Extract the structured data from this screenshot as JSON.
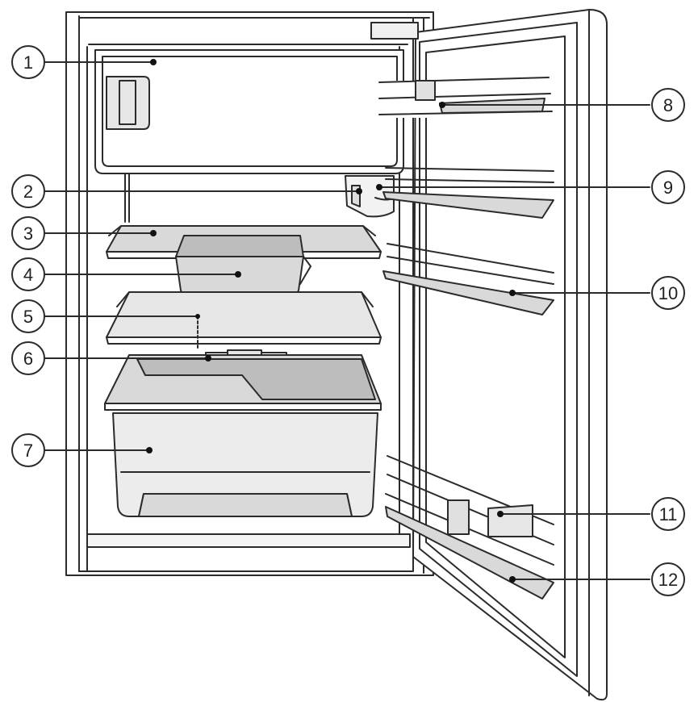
{
  "colors": {
    "line": "#2b2b2b",
    "glass": "#d9d9d9",
    "glass_dark": "#bdbdbd",
    "fill_light": "#ececec",
    "background": "#ffffff"
  },
  "callouts": [
    {
      "id": 1,
      "label": "1",
      "part": "freezer-compartment"
    },
    {
      "id": 2,
      "label": "2",
      "part": "temperature-control"
    },
    {
      "id": 3,
      "label": "3",
      "part": "glass-shelf-upper"
    },
    {
      "id": 4,
      "label": "4",
      "part": "storage-box"
    },
    {
      "id": 5,
      "label": "5",
      "part": "glass-shelf-lower"
    },
    {
      "id": 6,
      "label": "6",
      "part": "shelf-divider"
    },
    {
      "id": 7,
      "label": "7",
      "part": "crisper-drawer"
    },
    {
      "id": 8,
      "label": "8",
      "part": "egg-tray"
    },
    {
      "id": 9,
      "label": "9",
      "part": "door-shelf-upper"
    },
    {
      "id": 10,
      "label": "10",
      "part": "door-shelf-middle"
    },
    {
      "id": 11,
      "label": "11",
      "part": "bottle-stop"
    },
    {
      "id": 12,
      "label": "12",
      "part": "bottle-shelf"
    }
  ]
}
